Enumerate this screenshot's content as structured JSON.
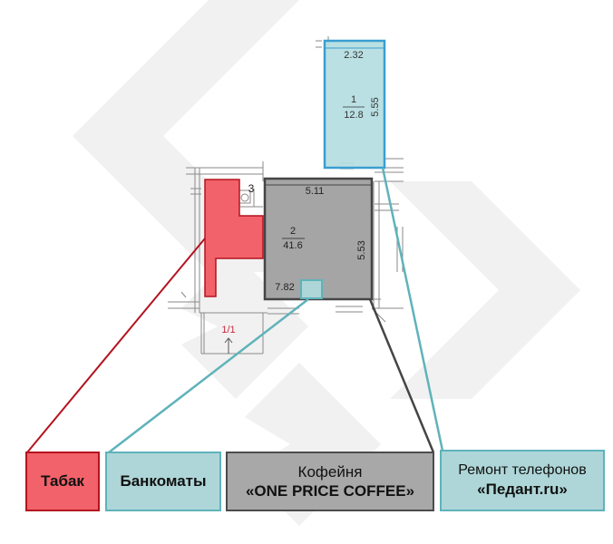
{
  "plan": {
    "room1": {
      "number": "1",
      "area": "12.8",
      "dim_top": "2.32",
      "dim_side": "5.55"
    },
    "room2": {
      "number": "2",
      "area": "41.6",
      "dim_top": "5.11",
      "dim_side": "5.53",
      "dim_bottom": "7.82"
    },
    "room3": {
      "number": "3"
    },
    "room_entrance": {
      "label": "1/1"
    }
  },
  "legend": {
    "tabak": "Табак",
    "atm": "Банкоматы",
    "coffee_line1": "Кофейня",
    "coffee_line2": "«ONE PRICE COFFEE»",
    "repair_line1": "Ремонт телефонов",
    "repair_line2": "«Педант.ru»"
  },
  "colors": {
    "tabak_fill": "#f2626a",
    "tabak_border": "#b4131f",
    "atm_fill": "#aed6d8",
    "teal_border": "#5fb3ba",
    "coffee_fill": "#a8a8a8",
    "coffee_border": "#4c4c4c",
    "entrance_label": "#c8283a"
  }
}
